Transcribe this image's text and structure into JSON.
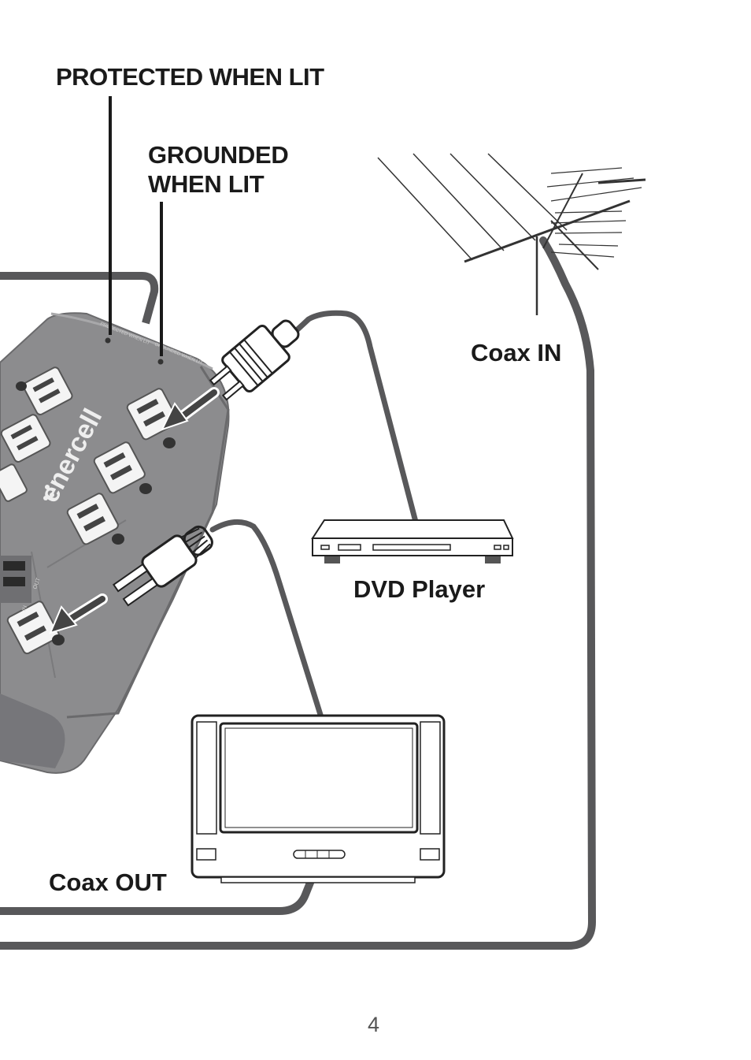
{
  "labels": {
    "protected": "PROTECTED WHEN LIT",
    "grounded_line1": "GROUNDED",
    "grounded_line2": "WHEN LIT",
    "coax_in": "Coax IN",
    "dvd_player": "DVD Player",
    "coax_out": "Coax OUT"
  },
  "brand": "enercell",
  "indicator_text": {
    "protected": "PROTECTED WHEN LIT",
    "grounded": "GROUNDED WHEN LIT",
    "coax_in": "IN",
    "coax_out": "OUT"
  },
  "page_number": "4",
  "colors": {
    "cable": "#58585a",
    "strip_body": "#8c8c8e",
    "strip_dark": "#6a6a6c",
    "outlet": "#f4f4f4",
    "ink": "#1a1a1a"
  }
}
